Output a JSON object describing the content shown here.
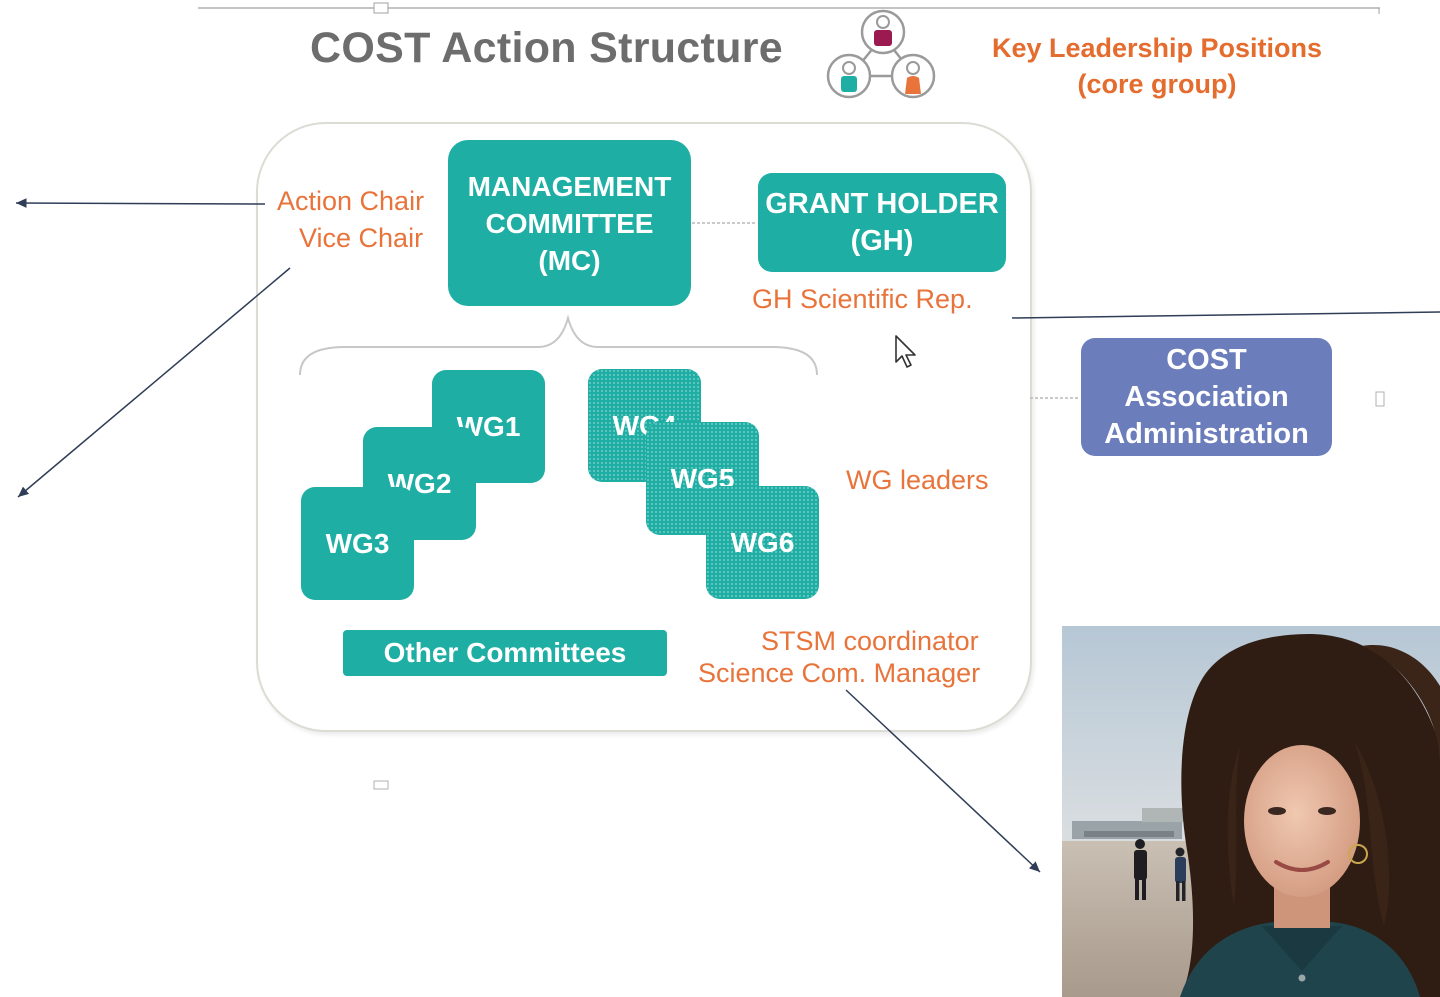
{
  "header": {
    "title": "COST Action Structure",
    "key_positions_line1": "Key Leadership Positions",
    "key_positions_line2": "(core group)"
  },
  "boxes": {
    "mc": [
      "MANAGEMENT",
      "COMMITTEE",
      "(MC)"
    ],
    "gh": [
      "GRANT HOLDER",
      "(GH)"
    ],
    "wg1": "WG1",
    "wg2": "WG2",
    "wg3": "WG3",
    "wg4": "WG4",
    "wg5": "WG5",
    "wg6": "WG6",
    "other_committees": "Other Committees",
    "cost_admin": [
      "COST",
      "Association",
      "Administration"
    ]
  },
  "roles": {
    "action_chair": "Action Chair",
    "vice_chair": "Vice Chair",
    "gh_scientific_rep": "GH Scientific Rep.",
    "wg_leaders": "WG leaders",
    "stsm_coordinator": "STSM coordinator",
    "science_comm_manager": "Science Com. Manager"
  },
  "colors": {
    "teal": "#1eaea4",
    "orange": "#e8743b",
    "blue": "#6c7dbb",
    "title_gray": "#6d6d6d",
    "arrow": "#2f3d57"
  },
  "icons": {
    "core_group": "people-network-icon",
    "cursor": "mouse-pointer-icon",
    "photo": "person-portrait-photo"
  }
}
